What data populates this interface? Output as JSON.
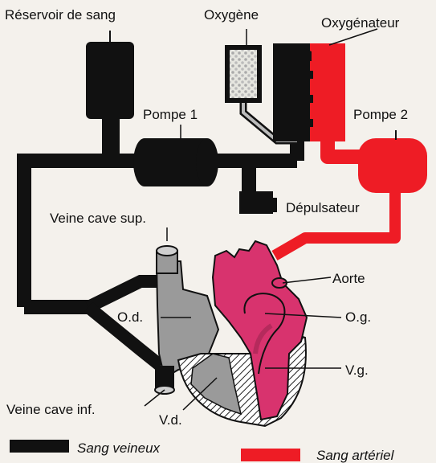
{
  "labels": {
    "reservoir": "Réservoir de sang",
    "oxygene": "Oxygène",
    "oxygenateur": "Oxygénateur",
    "pompe1": "Pompe 1",
    "pompe2": "Pompe 2",
    "depulsateur": "Dépulsateur",
    "veine_cave_sup": "Veine cave sup.",
    "aorte": "Aorte",
    "od": "O.d.",
    "og": "O.g.",
    "vg": "V.g.",
    "veine_cave_inf": "Veine cave inf.",
    "vd": "V.d."
  },
  "legend": {
    "veineux": "Sang veineux",
    "arteriel": "Sang artériel"
  },
  "colors": {
    "venous": "#111111",
    "arterial": "#ee1c25",
    "heart_left": "#d8336e",
    "heart_right": "#9a9a9a"
  }
}
